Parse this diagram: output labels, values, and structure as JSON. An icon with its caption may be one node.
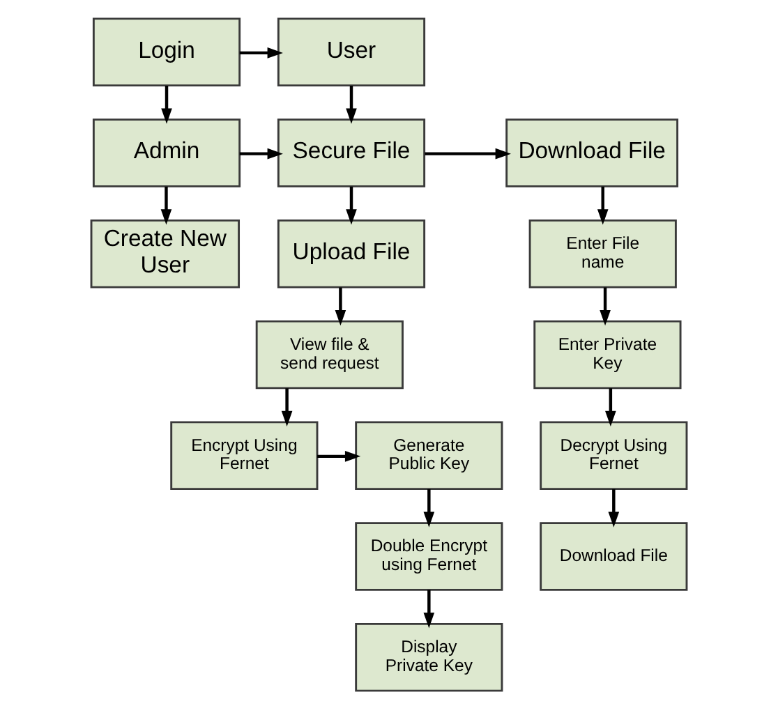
{
  "diagram": {
    "nodes": [
      {
        "text": [
          "Login"
        ]
      },
      {
        "text": [
          "User"
        ]
      },
      {
        "text": [
          "Admin"
        ]
      },
      {
        "text": [
          "Secure File"
        ]
      },
      {
        "text": [
          "Download File"
        ]
      },
      {
        "text": [
          "Create New User"
        ]
      },
      {
        "text": [
          "Upload File"
        ]
      },
      {
        "text": [
          "Enter File name"
        ]
      },
      {
        "text": [
          "View file & send request"
        ]
      },
      {
        "text": [
          "Enter Private Key"
        ]
      },
      {
        "text": [
          "Generate Public Key"
        ]
      },
      {
        "text": [
          "Encrypt Using Fernet"
        ]
      },
      {
        "text": [
          "Decrypt Using Fernet"
        ]
      },
      {
        "text": [
          "Double Encrypt using Fernet"
        ]
      },
      {
        "text": [
          "Download File"
        ]
      },
      {
        "text": [
          "Display Private Key"
        ]
      }
    ],
    "edges": [
      {
        "from": 0,
        "to": 1,
        "arrow": "to"
      },
      {
        "from": 0,
        "to": 2,
        "arrow": "to"
      },
      {
        "from": 1,
        "to": 3,
        "arrow": "to"
      },
      {
        "from": 2,
        "to": 3,
        "arrow": "to"
      },
      {
        "from": 2,
        "to": 5,
        "arrow": "to"
      },
      {
        "from": 3,
        "to": 4,
        "arrow": "to"
      },
      {
        "from": 3,
        "to": 6,
        "arrow": "to"
      },
      {
        "from": 6,
        "to": 8,
        "arrow": "to"
      },
      {
        "from": 8,
        "to": 11,
        "arrow": "to"
      },
      {
        "from": 11,
        "to": 10,
        "arrow": "to"
      },
      {
        "from": 10,
        "to": 13,
        "arrow": "to"
      },
      {
        "from": 13,
        "to": 15,
        "arrow": "to"
      },
      {
        "from": 4,
        "to": 7,
        "arrow": "to"
      },
      {
        "from": 7,
        "to": 9,
        "arrow": "to"
      },
      {
        "from": 9,
        "to": 12,
        "arrow": "to"
      },
      {
        "from": 12,
        "to": 14,
        "arrow": "to"
      }
    ]
  }
}
